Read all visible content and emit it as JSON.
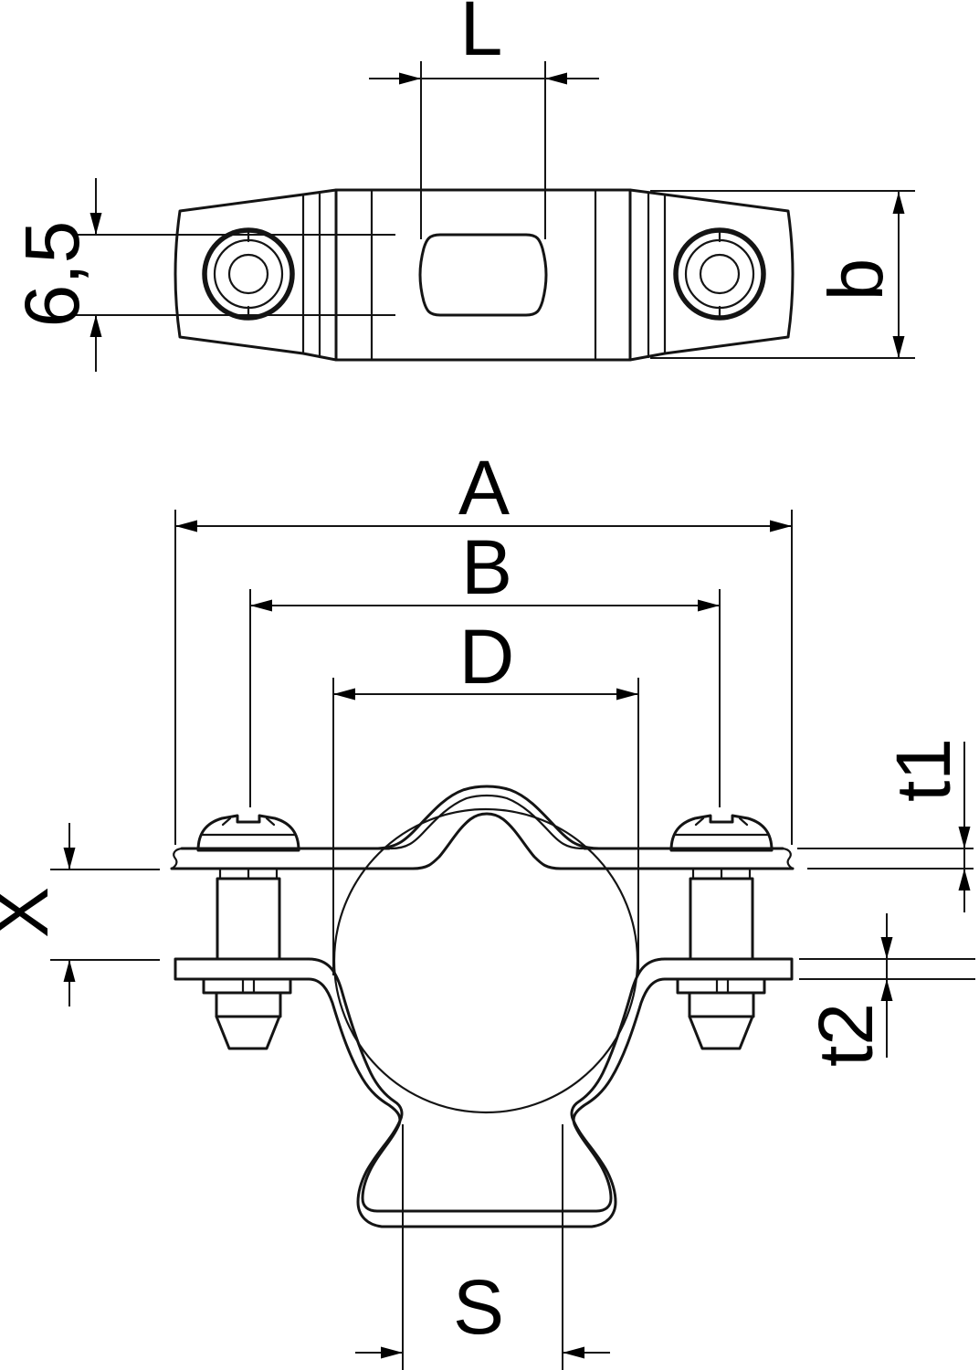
{
  "page": {
    "background": "#ffffff",
    "line_color": "#141414",
    "label_color": "#000000"
  },
  "views": {
    "top_view": "top view of clamp",
    "front_view": "front view of clamp"
  },
  "dimensions": {
    "L": "L",
    "hole": "6,5",
    "b": "b",
    "A": "A",
    "B": "B",
    "D": "D",
    "t1": "t1",
    "X": "X",
    "t2": "t2",
    "S": "S"
  }
}
